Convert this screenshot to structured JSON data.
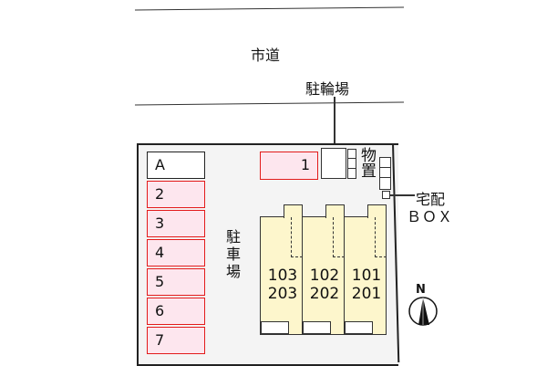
{
  "road": {
    "label": "市道"
  },
  "bicycle_parking": {
    "label": "駐輪場"
  },
  "storage": {
    "label": "物置"
  },
  "delivery_box": {
    "label_line1": "宅配",
    "label_line2": "ＢＯＸ"
  },
  "parking": {
    "label": "駐車場",
    "spaces": [
      {
        "id": "A",
        "type": "white"
      },
      {
        "id": "2",
        "type": "pink"
      },
      {
        "id": "3",
        "type": "pink"
      },
      {
        "id": "4",
        "type": "pink"
      },
      {
        "id": "5",
        "type": "pink"
      },
      {
        "id": "6",
        "type": "pink"
      },
      {
        "id": "7",
        "type": "pink"
      }
    ],
    "top_space": {
      "id": "1"
    }
  },
  "units": [
    {
      "upper": "103",
      "lower": "203"
    },
    {
      "upper": "102",
      "lower": "202"
    },
    {
      "upper": "101",
      "lower": "201"
    }
  ],
  "compass": {
    "label": "N"
  },
  "colors": {
    "parking_fill": "#fde6ee",
    "parking_border": "#e31b1b",
    "unit_fill": "#fdf6cc",
    "lot_fill": "#f4f4f4"
  }
}
